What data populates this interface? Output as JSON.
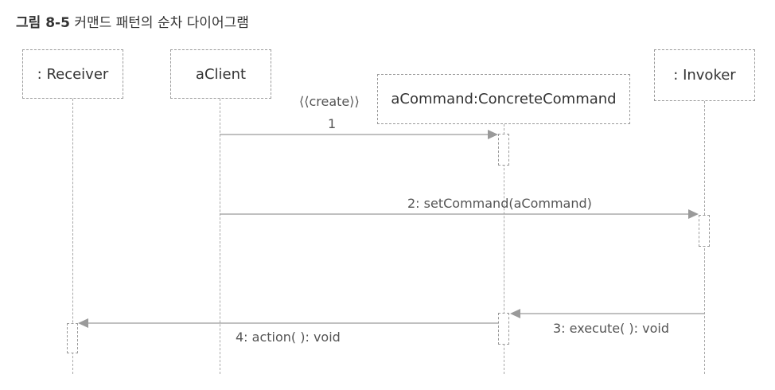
{
  "caption": {
    "number": "그림 8-5",
    "title": "커맨드 패턴의 순차 다이어그램"
  },
  "objects": {
    "receiver": ": Receiver",
    "client": "aClient",
    "command": "aCommand:ConcreteCommand",
    "invoker": ": Invoker"
  },
  "messages": {
    "create_stereotype": "⟨⟨create⟩⟩",
    "create_number": "1",
    "set_command": "2: setCommand(aCommand)",
    "execute": "3: execute( ): void",
    "action": "4: action( ): void"
  },
  "colors": {
    "line": "#a8a8a8",
    "arrow": "#9a9a9a",
    "text": "#444444"
  }
}
